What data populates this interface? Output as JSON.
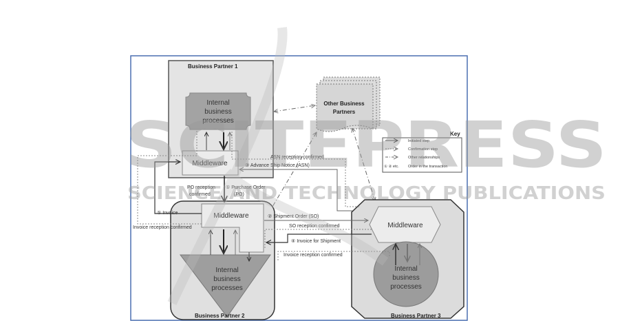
{
  "partners": {
    "bp1": {
      "title": "Business Partner 1",
      "internal": [
        "Internal",
        "business",
        "processes"
      ],
      "middleware": "Middleware"
    },
    "bp2": {
      "title": "Business Partner 2",
      "internal": [
        "Internal",
        "business",
        "processes"
      ],
      "middleware": "Middleware"
    },
    "bp3": {
      "title": "Business Partner 3",
      "internal": [
        "Internal",
        "business",
        "processes"
      ],
      "middleware": "Middleware"
    },
    "others": [
      "Other Business",
      "Partners"
    ]
  },
  "flows": {
    "asn_confirmed": "ASN reception confirmed",
    "asn": "③ Advance Ship Notice (ASN)",
    "po_confirmed": [
      "PO reception",
      "confirmed"
    ],
    "po": [
      "① Purchase Order",
      "(PO)"
    ],
    "invoice": "⑤ Invoice",
    "invoice_confirmed_left": "Invoice reception confirmed",
    "so": "② Shipment Order (SO)",
    "so_confirmed": "SO reception confirmed",
    "invoice_shipment": "④ Invoice for Shipment",
    "invoice_confirmed_right": "Invoice reception confirmed"
  },
  "key": {
    "title": "Key",
    "items": [
      "Initiated step",
      "Confirmation step",
      "Other relationships",
      "Order in the transaction"
    ],
    "order_symbol": "① ② etc."
  },
  "watermark": {
    "main": "SCITEPRESS",
    "sub": "SCIENCE AND TECHNOLOGY PUBLICATIONS"
  },
  "colors": {
    "frame": "#4a6fb0",
    "dark": "#9c9c9c",
    "light": "#ececec",
    "panel": "#dcdcdc"
  }
}
